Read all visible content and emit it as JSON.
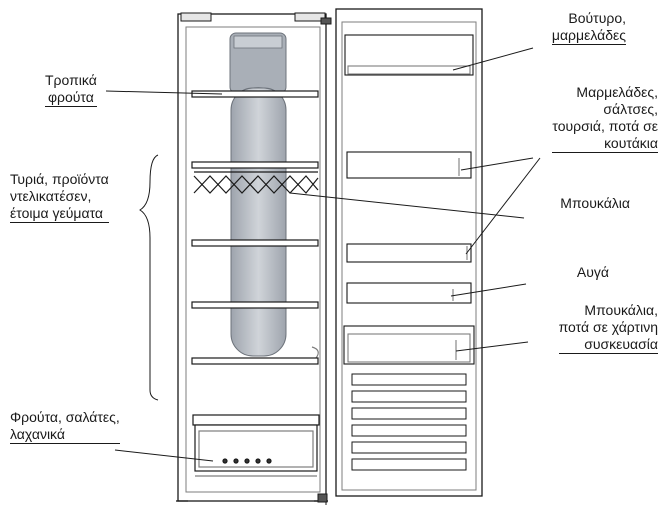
{
  "labels": {
    "tropical_fruit": [
      "Τροπικά",
      "φρούτα"
    ],
    "cheese_deli": [
      "Τυριά, προϊόντα",
      "ντελικατέσεν,",
      "έτοιμα γεύματα"
    ],
    "fruit_veg": [
      "Φρούτα, σαλάτες,",
      "λαχανικά"
    ],
    "butter_jam": [
      "Βούτυρο,",
      "μαρμελάδες"
    ],
    "jams_sauces": [
      "Μαρμελάδες,",
      "σάλτσες,",
      "τουρσιά, ποτά σε",
      "κουτάκια"
    ],
    "bottles_top": "Μπουκάλια",
    "eggs": "Αυγά",
    "bottles_carton": [
      "Μπουκάλια,",
      "ποτά σε χάρτινη",
      "συσκευασία"
    ]
  },
  "colors": {
    "line": "#1a1a1a",
    "gray": "#7d7d7d",
    "light": "#d5d5d5",
    "fan": "#a9afb7",
    "fan_light": "#c8cdd3"
  }
}
